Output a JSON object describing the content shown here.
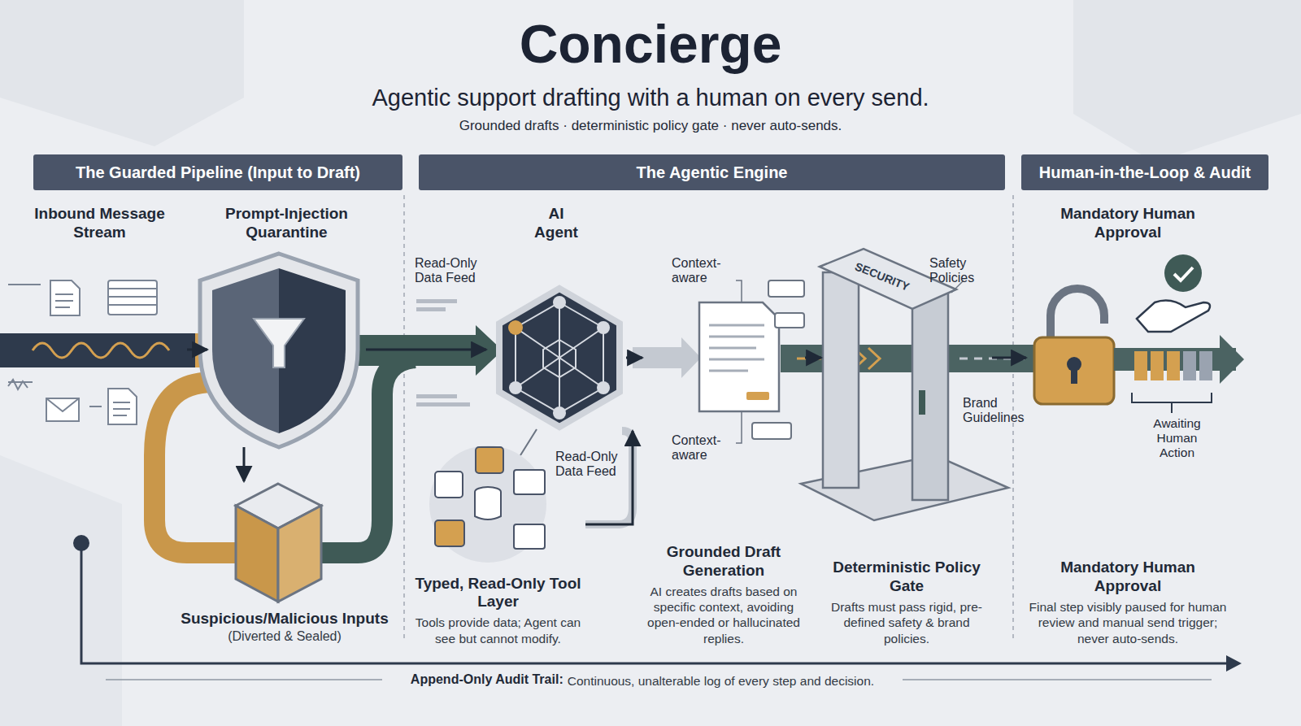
{
  "diagram": {
    "title": "Concierge",
    "caption": "Agentic support drafting with a human on every send.",
    "nodes": [
      {
        "text": [
          "The Guarded Pipeline (Input to Draft)"
        ]
      },
      {
        "text": [
          "The Agentic Engine"
        ]
      },
      {
        "text": [
          "Human-in-the-Loop & Audit"
        ]
      },
      {
        "text": [
          "Inbound Message Stream"
        ]
      },
      {
        "text": [
          "Prompt-Injection Quarantine"
        ]
      },
      {
        "text": [
          "Suspicious/Malicious Inputs",
          "(Diverted & Sealed)"
        ]
      },
      {
        "text": [
          "AI Agent"
        ]
      },
      {
        "text": [
          "Typed, Read-Only Tool Layer",
          "Tools provide data; Agent can see but cannot modify."
        ]
      },
      {
        "text": [
          "Grounded Draft Generation",
          "AI creates drafts based on specific context, avoiding open-ended or hallucinated replies."
        ]
      },
      {
        "text": [
          "Deterministic Policy Gate",
          "Drafts must pass rigid, pre-defined safety & brand policies."
        ]
      },
      {
        "text": [
          "Mandatory Human Approval",
          "Mandatory Human Approval",
          "Final step visibly paused for human review and manual send trigger; never auto-sends."
        ]
      },
      {
        "text": [
          "Append-Only Audit Trail:",
          "Continuous, unalterable log of every step and decision."
        ]
      }
    ],
    "edges": [
      {
        "from": 3,
        "to": 4,
        "arrow": "to"
      },
      {
        "from": 4,
        "to": 6,
        "arrow": "to"
      },
      {
        "from": 4,
        "to": 5,
        "arrow": "to"
      },
      {
        "from": 7,
        "to": 6,
        "arrow": "to"
      },
      {
        "from": 6,
        "to": 8,
        "arrow": "to"
      },
      {
        "from": 8,
        "to": 9,
        "arrow": "to"
      },
      {
        "from": 9,
        "to": 10,
        "arrow": "to"
      }
    ],
    "labels": [
      "Grounded drafts · deterministic policy gate · never auto-sends.",
      "Read-Only Data Feed",
      "Read-Only Data Feed",
      "Context-aware",
      "Context-aware",
      "Safety Policies",
      "Brand Guidelines",
      "SECURITY",
      "Awaiting Human Action"
    ]
  }
}
